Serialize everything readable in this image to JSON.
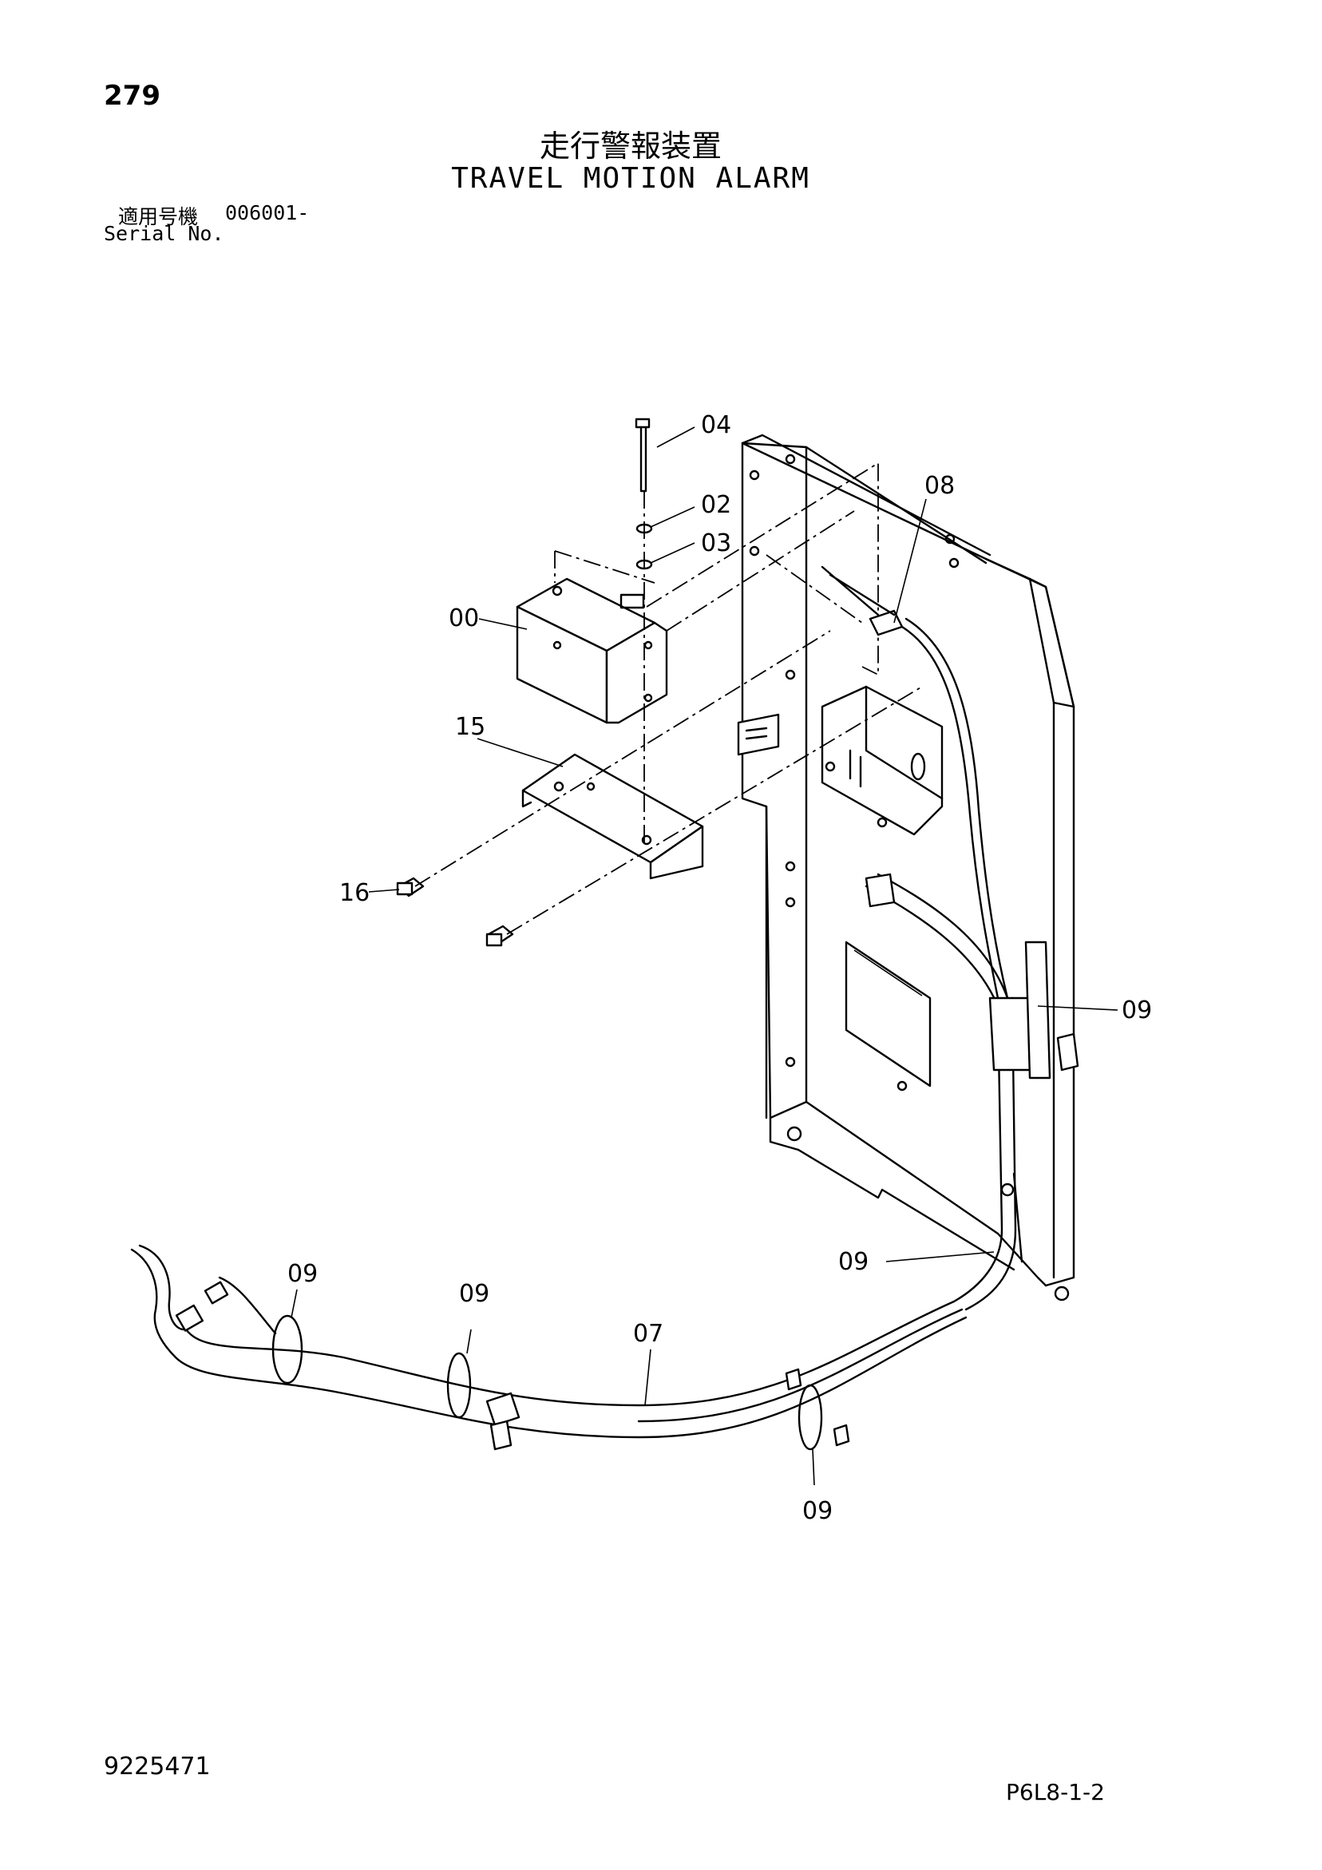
{
  "header": {
    "page_number": "279",
    "title_jp": "走行警報装置",
    "title_en": "TRAVEL MOTION ALARM",
    "serial_label_jp": "適用号機",
    "serial_value": "006001-",
    "serial_label_en": "Serial No."
  },
  "callouts": {
    "c00": "00",
    "c02": "02",
    "c03": "03",
    "c04": "04",
    "c07": "07",
    "c08": "08",
    "c09a": "09",
    "c09b": "09",
    "c09c": "09",
    "c09d": "09",
    "c09e": "09",
    "c15": "15",
    "c16": "16"
  },
  "footer": {
    "doc_number": "9225471",
    "page_code": "P6L8-1-2"
  }
}
